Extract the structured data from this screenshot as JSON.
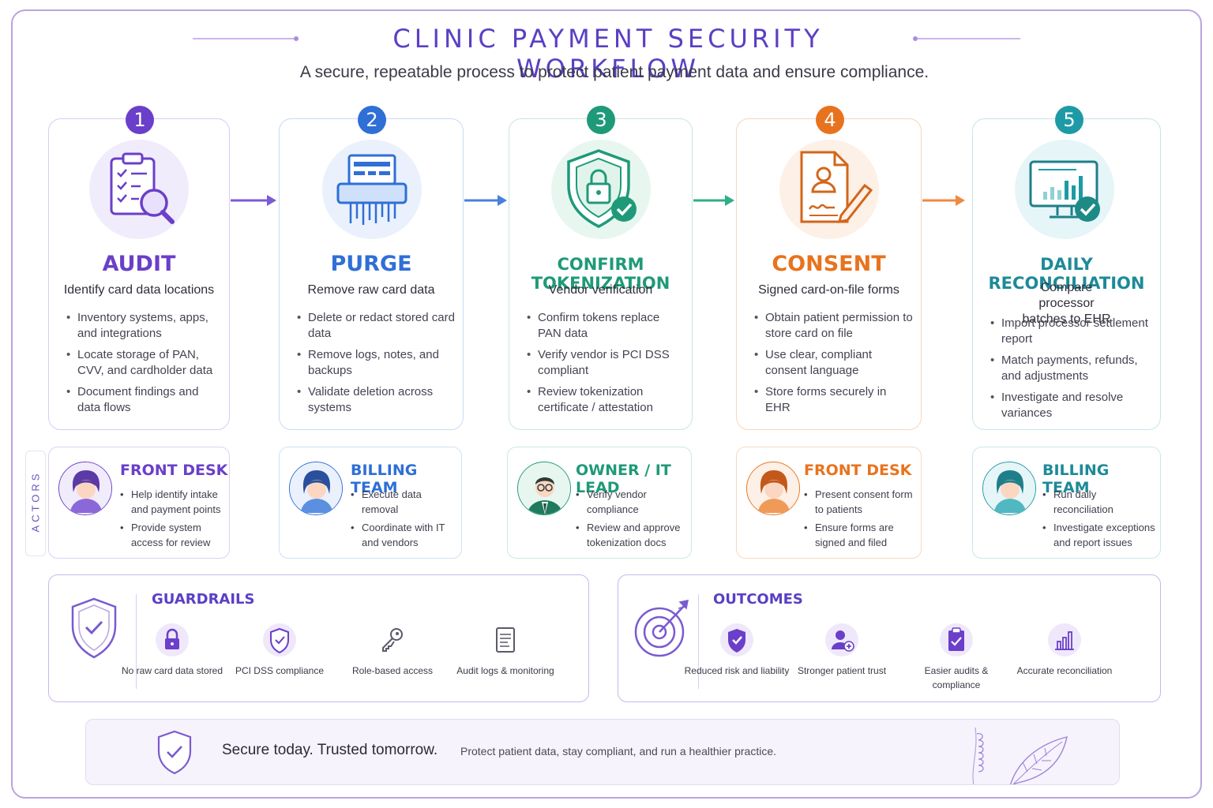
{
  "header": {
    "title": "CLINIC PAYMENT SECURITY WORKFLOW",
    "subtitle": "A secure, repeatable process to protect patient payment data and ensure compliance."
  },
  "colors": {
    "purple": "#6a3fc9",
    "blue": "#2f6fd6",
    "teal": "#1f9a78",
    "orange": "#e8731e",
    "cyan": "#1e9aa6"
  },
  "steps": [
    {
      "number": "1",
      "title": "AUDIT",
      "subtitle": "Identify card data locations",
      "icon": "clipboard-search-icon",
      "bullets": [
        "Inventory systems, apps, and integrations",
        "Locate storage of PAN, CVV, and cardholder data",
        "Document findings and data flows"
      ]
    },
    {
      "number": "2",
      "title": "PURGE",
      "subtitle": "Remove raw card data",
      "icon": "shredder-icon",
      "bullets": [
        "Delete or redact stored card data",
        "Remove logs, notes, and backups",
        "Validate deletion across systems"
      ]
    },
    {
      "number": "3",
      "title": "CONFIRM TOKENIZATION",
      "subtitle": "Vendor verification",
      "icon": "shield-lock-icon",
      "bullets": [
        "Confirm tokens replace PAN data",
        "Verify vendor is PCI DSS compliant",
        "Review tokenization certificate / attestation"
      ]
    },
    {
      "number": "4",
      "title": "CONSENT",
      "subtitle": "Signed card-on-file forms",
      "icon": "signed-form-icon",
      "bullets": [
        "Obtain patient permission to store card on file",
        "Use clear, compliant consent language",
        "Store forms securely in EHR"
      ]
    },
    {
      "number": "5",
      "title": "DAILY RECONCILIATION",
      "subtitle": "Compare processor batches to EHR",
      "icon": "monitor-chart-icon",
      "bullets": [
        "Import processor settlement report",
        "Match payments, refunds, and adjustments",
        "Investigate and resolve variances"
      ]
    }
  ],
  "actors_label": "ACTORS",
  "actors": [
    {
      "title": "FRONT DESK",
      "bullets": [
        "Help identify intake and payment points",
        "Provide system access for review"
      ]
    },
    {
      "title": "BILLING TEAM",
      "bullets": [
        "Execute data removal",
        "Coordinate with IT and vendors"
      ]
    },
    {
      "title": "OWNER / IT LEAD",
      "bullets": [
        "Verify vendor compliance",
        "Review and approve tokenization docs"
      ]
    },
    {
      "title": "FRONT DESK",
      "bullets": [
        "Present consent form to patients",
        "Ensure forms are signed and filed"
      ]
    },
    {
      "title": "BILLING TEAM",
      "bullets": [
        "Run daily reconciliation",
        "Investigate exceptions and report issues"
      ]
    }
  ],
  "guardrails": {
    "title": "GUARDRAILS",
    "items": [
      {
        "label": "No raw card data stored",
        "icon": "lock-icon"
      },
      {
        "label": "PCI DSS compliance",
        "icon": "shield-check-icon"
      },
      {
        "label": "Role-based access",
        "icon": "key-icon"
      },
      {
        "label": "Audit logs & monitoring",
        "icon": "document-log-icon"
      }
    ]
  },
  "outcomes": {
    "title": "OUTCOMES",
    "items": [
      {
        "label": "Reduced risk and liability",
        "icon": "shield-check-icon"
      },
      {
        "label": "Stronger patient trust",
        "icon": "user-plus-icon"
      },
      {
        "label": "Easier audits & compliance",
        "icon": "clipboard-check-icon"
      },
      {
        "label": "Accurate reconciliation",
        "icon": "bar-chart-icon"
      }
    ]
  },
  "footer": {
    "main": "Secure today. Trusted tomorrow.",
    "sub": "Protect patient data, stay compliant, and run a healthier practice."
  }
}
